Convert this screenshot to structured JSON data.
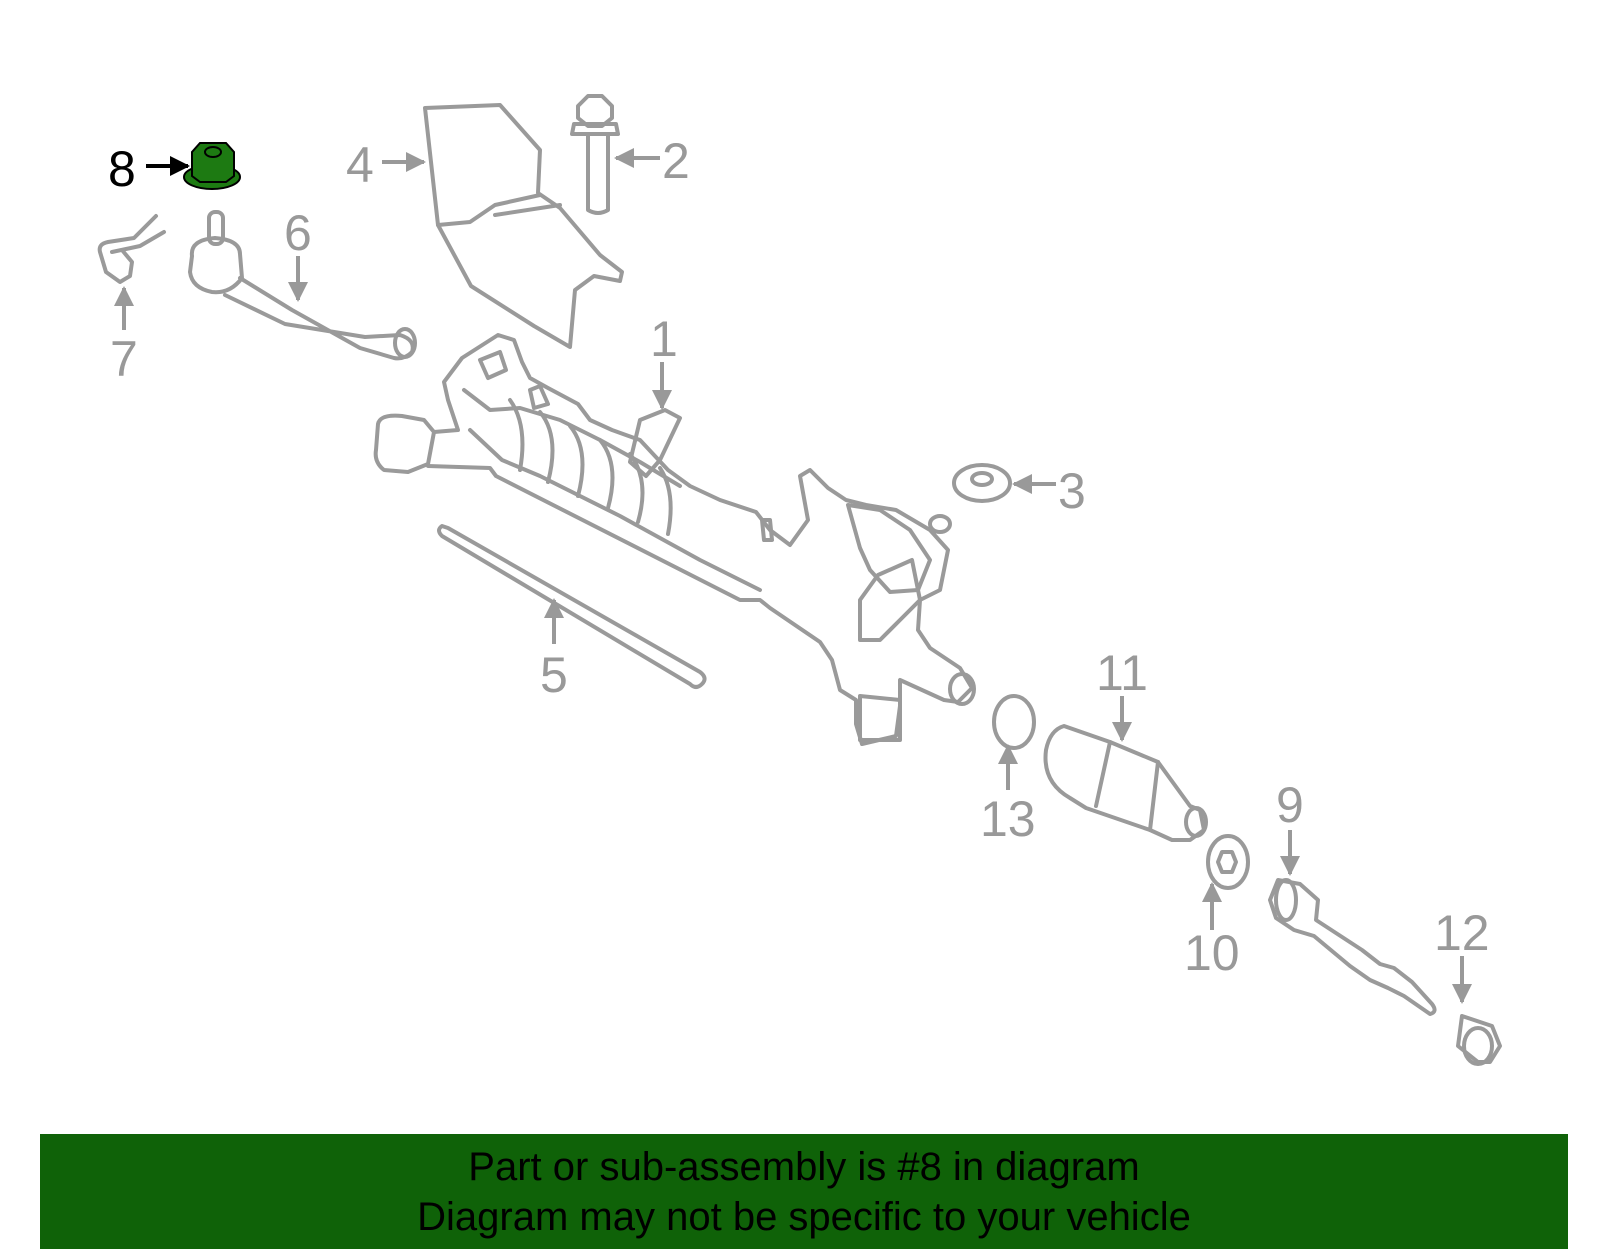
{
  "callouts": {
    "c1": "1",
    "c2": "2",
    "c3": "3",
    "c4": "4",
    "c5": "5",
    "c6": "6",
    "c7": "7",
    "c8": "8",
    "c9": "9",
    "c10": "10",
    "c11": "11",
    "c12": "12",
    "c13": "13"
  },
  "highlight_part": "8",
  "banner": {
    "line1": "Part or sub-assembly is #8 in diagram",
    "line2": "Diagram may not be specific to your vehicle"
  },
  "colors": {
    "banner_bg": "#0f6208",
    "banner_text": "#000000",
    "part_stroke": "#9a9a9a",
    "highlight_fill": "#1d7a12",
    "highlight_text": "#000000"
  }
}
